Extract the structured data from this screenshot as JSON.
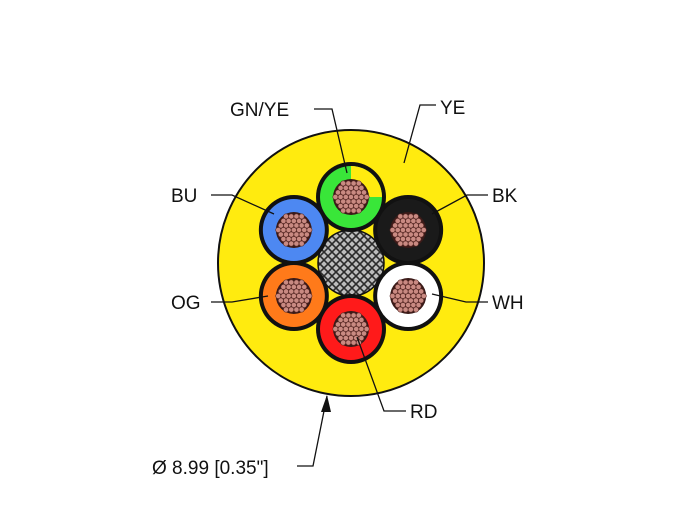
{
  "diagram": {
    "jacket": {
      "label": "YE",
      "color": "#ffeb0f"
    },
    "dimension": {
      "label": "Ø 8.99 [0.35\"]"
    },
    "conductors": [
      {
        "key": "gnye",
        "label": "GN/YE",
        "color": "#39e639",
        "stripe": "#ffeb0f"
      },
      {
        "key": "bk",
        "label": "BK",
        "color": "#1a1a1a"
      },
      {
        "key": "wh",
        "label": "WH",
        "color": "#ffffff"
      },
      {
        "key": "rd",
        "label": "RD",
        "color": "#ff1a1a"
      },
      {
        "key": "og",
        "label": "OG",
        "color": "#ff7a1a"
      },
      {
        "key": "bu",
        "label": "BU",
        "color": "#4d88f2"
      }
    ],
    "strand_color": "#c98a82",
    "core_filler_color": "#9a9a9a"
  }
}
